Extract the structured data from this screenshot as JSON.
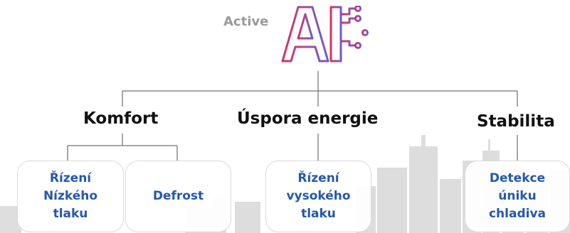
{
  "header": {
    "active_label": "Active",
    "logo_icon": "ai-circuit-logo-icon"
  },
  "colors": {
    "logo_pink": "#d8325f",
    "logo_purple": "#6a5bd6",
    "card_text": "#2557b0",
    "lines": "#888888",
    "skyline": "#d4d4d4"
  },
  "categories": [
    {
      "label": "Komfort",
      "items": [
        "Řízení\nNízkého\ntlaku",
        "Defrost"
      ]
    },
    {
      "label": "Úspora energie",
      "items": [
        "Řízení\nvysokého\ntlaku"
      ]
    },
    {
      "label": "Stabilita",
      "items": [
        "Detekce\núniku\nchladiva"
      ]
    }
  ]
}
